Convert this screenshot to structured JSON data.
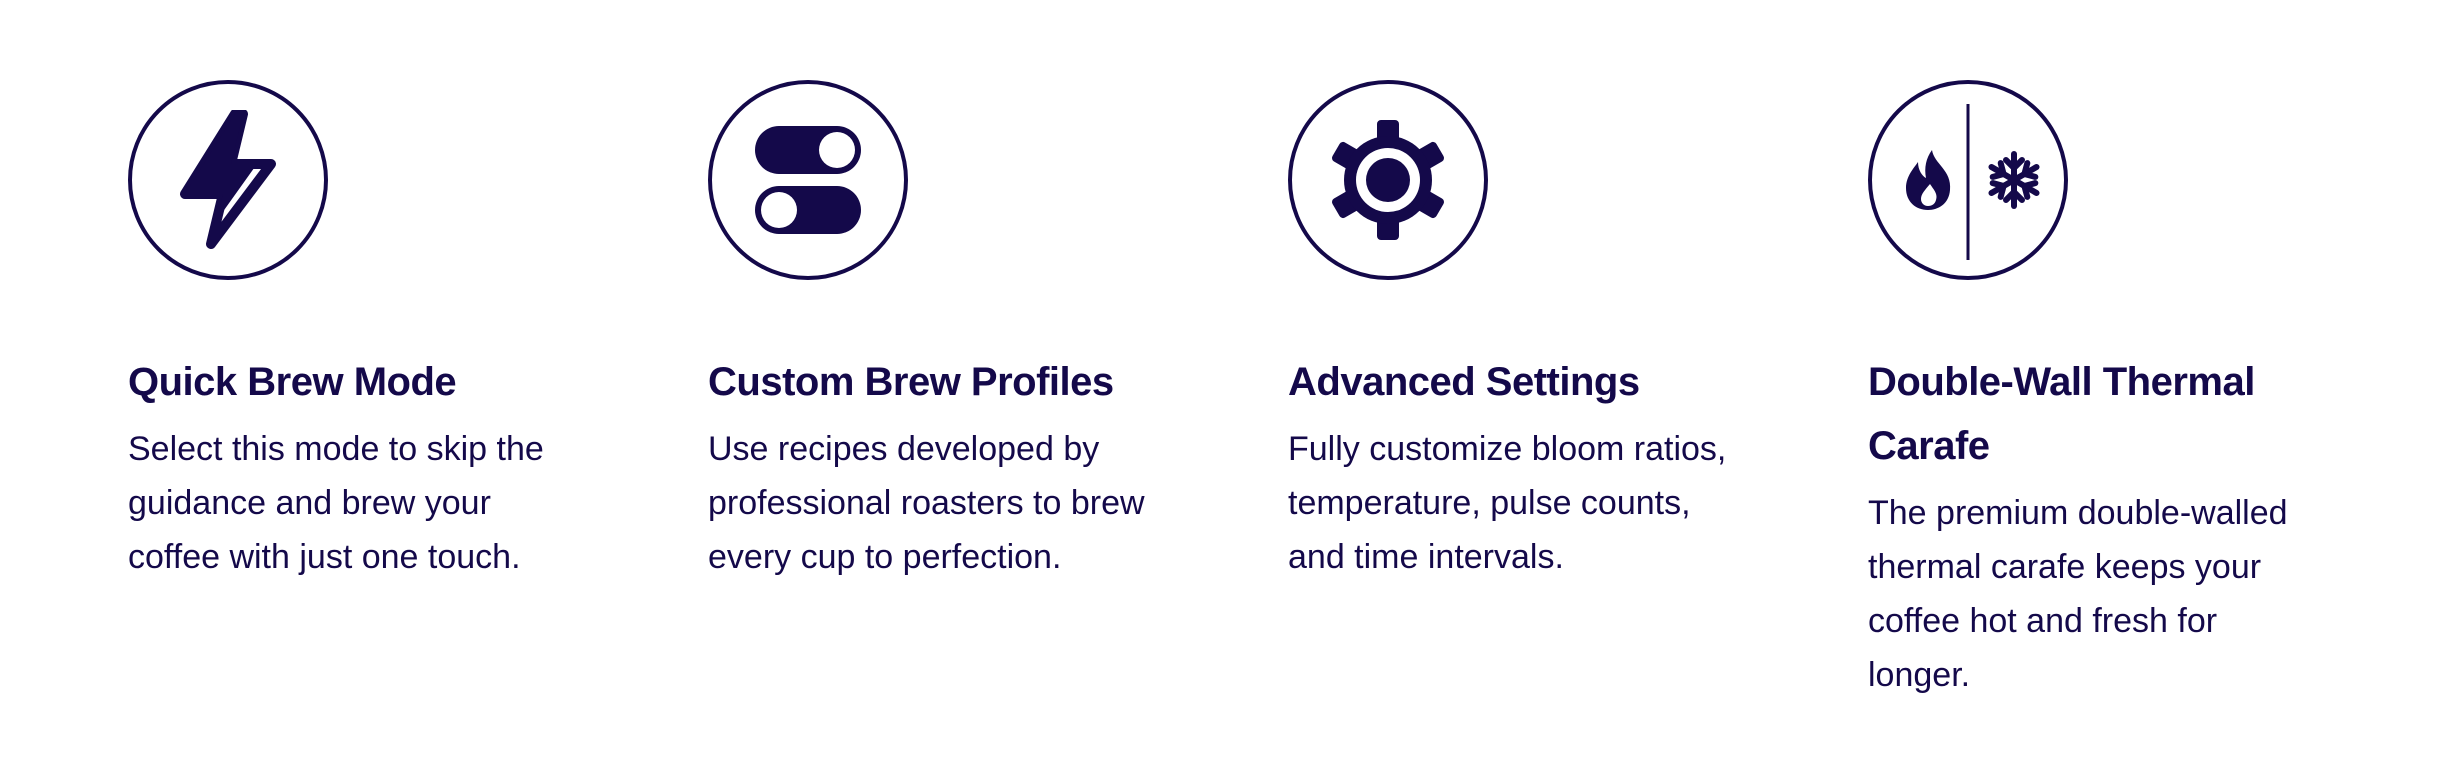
{
  "colors": {
    "primary": "#14094a",
    "background": "#ffffff"
  },
  "features": [
    {
      "icon": "lightning-bolt-icon",
      "title": "Quick Brew Mode",
      "description": "Select this mode to skip the guidance and brew your coffee with just one touch."
    },
    {
      "icon": "toggle-switches-icon",
      "title": "Custom Brew Profiles",
      "description": "Use recipes developed by professional roasters to brew every cup to perfection."
    },
    {
      "icon": "gear-icon",
      "title": "Advanced Settings",
      "description": "Fully customize bloom ratios, temperature, pulse counts, and time intervals."
    },
    {
      "icon": "flame-snowflake-icon",
      "title": "Double-Wall Thermal Carafe",
      "description": "The premium double-walled thermal carafe keeps your coffee hot and fresh for longer."
    }
  ]
}
